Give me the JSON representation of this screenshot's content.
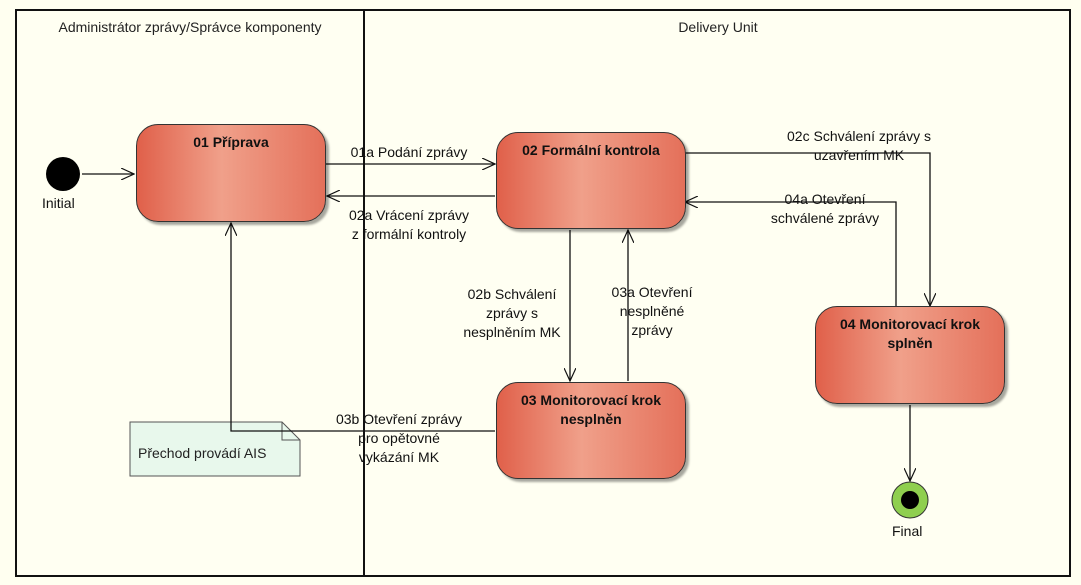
{
  "lanes": {
    "left": "Administrátor zprávy/Správce komponenty",
    "right": "Delivery Unit"
  },
  "states": {
    "s01": "01 Příprava",
    "s02": "02 Formální kontrola",
    "s03": "03 Monitorovací krok nesplněn",
    "s04": "04 Monitorovací krok splněn"
  },
  "transitions": {
    "t01a": "01a Podání zprávy",
    "t02a": "02a Vrácení zprávy\nz formální kontroly",
    "t02b": "02b Schválení\nzprávy s\nnesplněním MK",
    "t03a": "03a Otevření\nnesplněné\nzprávy",
    "t02c": "02c Schválení zprávy s\nuzavřením MK",
    "t04a": "04a Otevření\nschválené zprávy",
    "t03b": "03b Otevření zprávy\npro opětovné\nvykázání MK"
  },
  "terminals": {
    "initial": "Initial",
    "final": "Final"
  },
  "note": "Přechod provádí AIS",
  "colors": {
    "state_fill": "#e8806a",
    "note_fill": "#e8f8ec",
    "final_ring": "#8fcf4f"
  }
}
